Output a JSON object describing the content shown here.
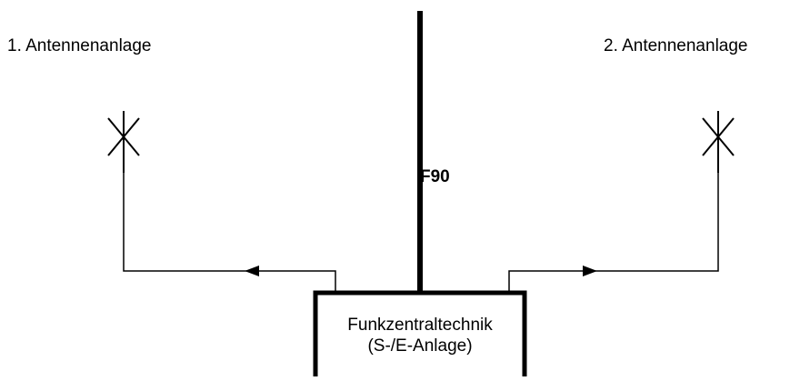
{
  "antenna_left": {
    "label": "1. Antennenanlage"
  },
  "antenna_right": {
    "label": "2. Antennenanlage"
  },
  "wall": {
    "label": "F90"
  },
  "central_unit": {
    "line1": "Funkzentraltechnik",
    "line2": "(S-/E-Anlage)"
  },
  "colors": {
    "stroke": "#000000",
    "background": "#ffffff"
  },
  "icons": [
    "antenna-icon",
    "arrow-left-icon",
    "arrow-right-icon"
  ]
}
